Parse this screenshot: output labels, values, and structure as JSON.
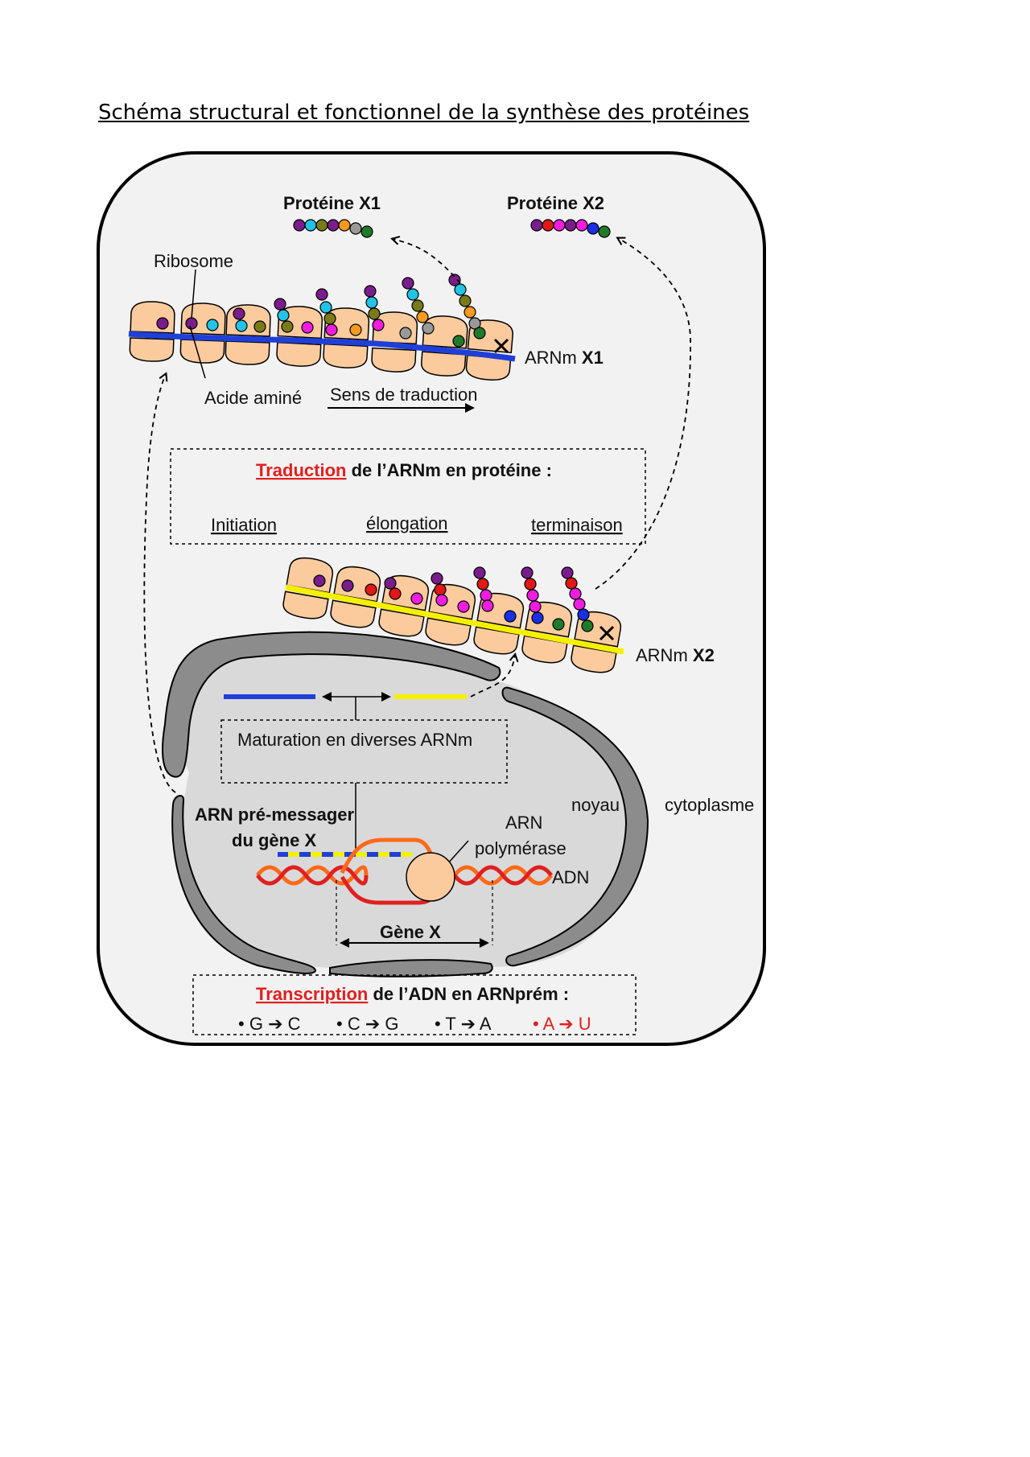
{
  "title": "Schéma structural et fonctionnel de la synthèse des protéines",
  "labels": {
    "protein_x1": "Protéine X1",
    "protein_x2": "Protéine X2",
    "ribosome": "Ribosome",
    "amino_acid": "Acide aminé",
    "translation_direction": "Sens de traduction",
    "mrna_prefix": "ARNm",
    "mrna_x1_suffix": "X1",
    "mrna_x2_suffix": "X2",
    "maturation": "Maturation en diverses ARNm",
    "pre_mrna_line1": "ARN pré-messager",
    "pre_mrna_line2": "du gène X",
    "nucleus": "noyau",
    "cytoplasm": "cytoplasme",
    "polymerase_line1": "ARN",
    "polymerase_line2": "polymérase",
    "dna": "ADN",
    "gene": "Gène X"
  },
  "translation_box": {
    "keyword": "Traduction",
    "rest": " de l’ARNm en protéine :",
    "steps": [
      "Initiation",
      "élongation",
      "terminaison"
    ]
  },
  "transcription_box": {
    "keyword": "Transcription",
    "rest": " de l’ADN en ARNprém :",
    "pairs": [
      {
        "from": "G",
        "to": "C"
      },
      {
        "from": "C",
        "to": "G"
      },
      {
        "from": "T",
        "to": "A"
      },
      {
        "from": "A",
        "to": "U"
      }
    ]
  },
  "colors": {
    "cell_fill": "#f2f2f2",
    "nucleus_fill": "#d9d9d9",
    "ribosome_fill": "#fbcb9e",
    "mrna_x1": "#1f3fd8",
    "mrna_x2": "#f5f000",
    "dna_strand_a": "#ff6a1a",
    "dna_strand_b": "#e02020",
    "emphasis": "#e02020"
  },
  "amino_acid_colors": {
    "purple": "#7a1d8c",
    "cyan": "#22c3e6",
    "olive": "#7a7a1a",
    "orange": "#f59a20",
    "grey": "#999999",
    "green": "#1f7a2a",
    "magenta": "#f01ce0",
    "red": "#e01818",
    "blue": "#1a2fe6"
  }
}
